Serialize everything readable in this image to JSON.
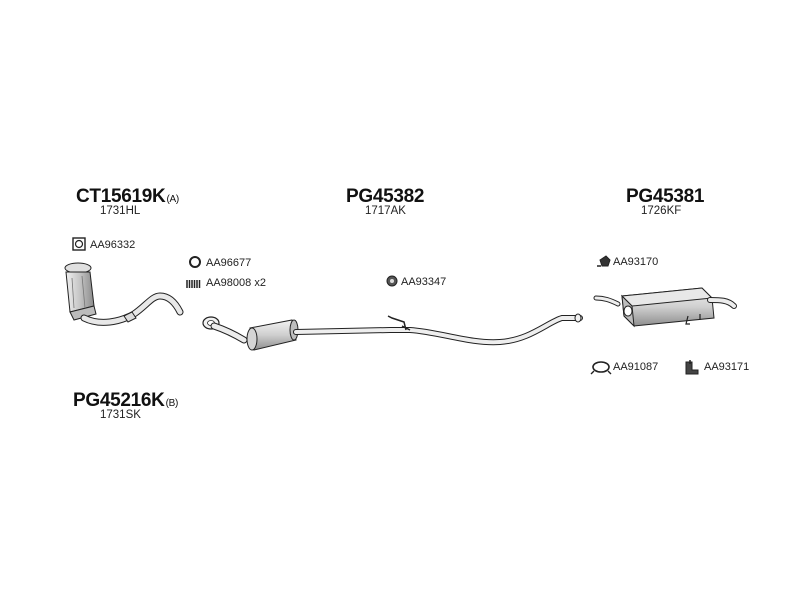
{
  "groups": {
    "ct15619k": {
      "code": "CT15619K",
      "suffix": "(A)",
      "sub": "1731HL"
    },
    "pg45382": {
      "code": "PG45382",
      "sub": "1717AK"
    },
    "pg45381": {
      "code": "PG45381",
      "sub": "1726KF"
    },
    "pg45216k": {
      "code": "PG45216K",
      "suffix": "(B)",
      "sub": "1731SK"
    }
  },
  "parts": {
    "aa96332": "AA96332",
    "aa96677": "AA96677",
    "aa98008": "AA98008 x2",
    "aa93347": "AA93347",
    "aa93170": "AA93170",
    "aa91087": "AA91087",
    "aa93171": "AA93171"
  },
  "colors": {
    "stroke": "#222222",
    "fill_light": "#e6e6e6",
    "fill_mid": "#c9c9c9",
    "fill_dark": "#9a9a9a"
  },
  "icons": [
    "gasket-icon",
    "ring-seal-icon",
    "spring-icon",
    "rubber-mount-icon",
    "hanger-icon",
    "clamp-icon",
    "bracket-icon"
  ]
}
